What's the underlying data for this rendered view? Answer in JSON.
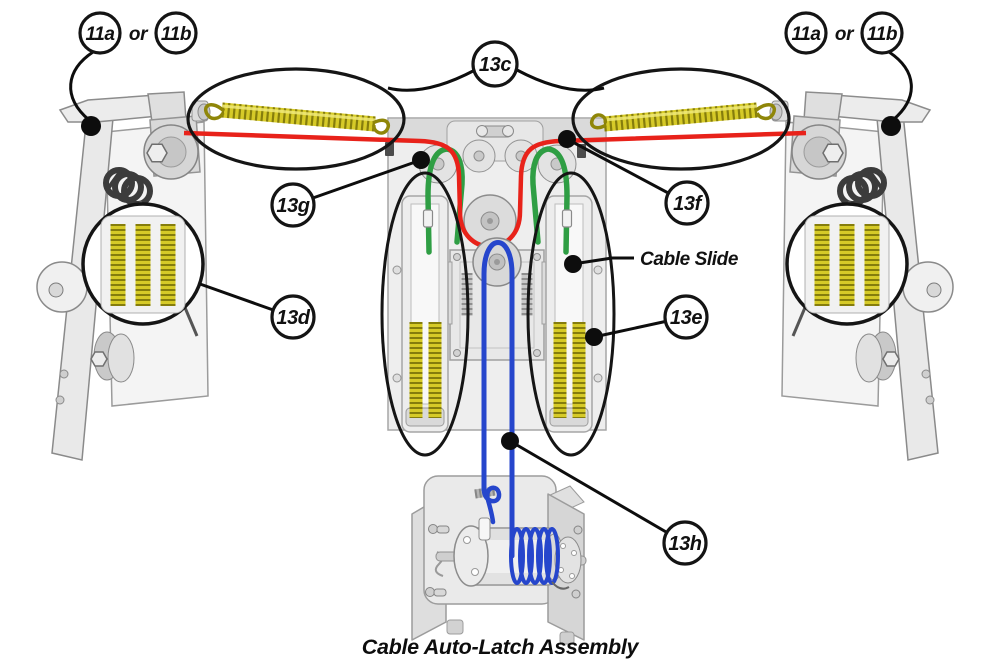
{
  "labels": {
    "alt_a": "11a",
    "or_word": "or",
    "alt_b": "11b",
    "c13c": "13c",
    "c13d": "13d",
    "c13e": "13e",
    "c13f": "13f",
    "c13g": "13g",
    "c13h": "13h",
    "cable_slide": "Cable Slide"
  },
  "caption": "Cable Auto-Latch Assembly",
  "colors": {
    "cable_red": "#e8221a",
    "cable_green": "#2f9e44",
    "cable_blue": "#2646cc",
    "spring_yellow": "#d6ca28",
    "spring_yellow_dark": "#857d0c",
    "callout_black": "#0d0d0d"
  }
}
